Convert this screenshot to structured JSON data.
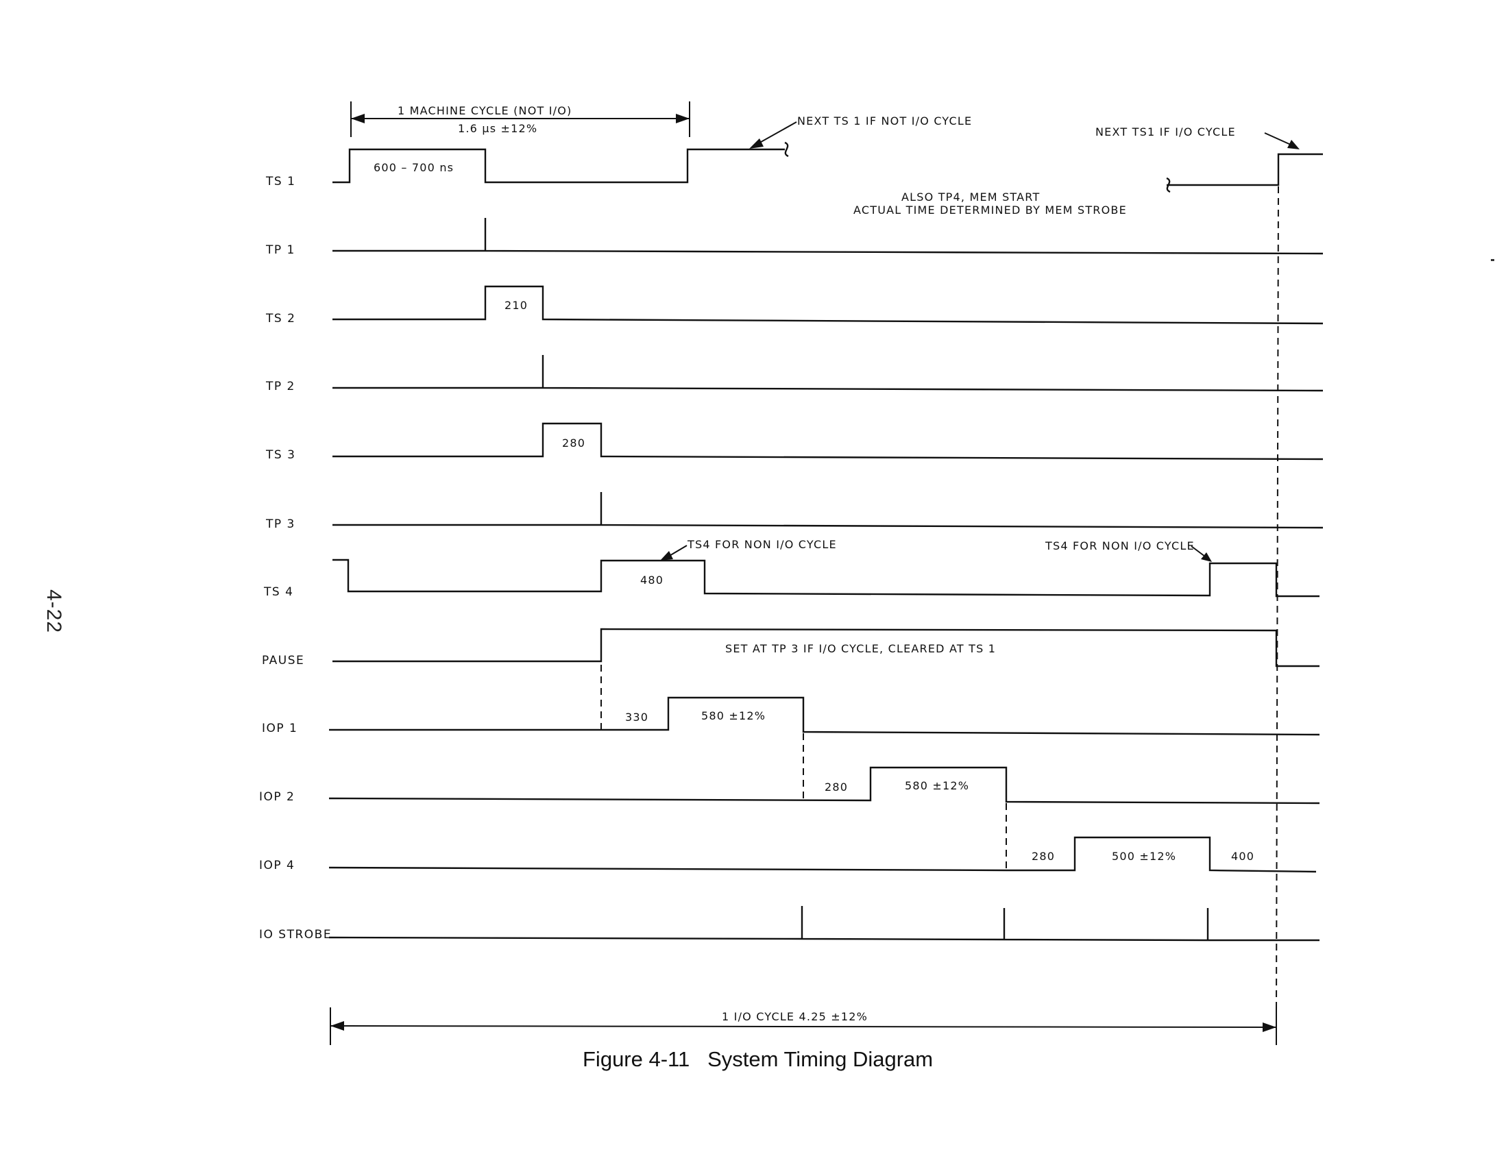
{
  "page_number": "4-22",
  "caption": "Figure 4-11   System Timing Diagram",
  "signals": [
    {
      "label": "TS 1"
    },
    {
      "label": "TP 1"
    },
    {
      "label": "TS 2"
    },
    {
      "label": "TP 2"
    },
    {
      "label": "TS 3"
    },
    {
      "label": "TP 3"
    },
    {
      "label": "TS 4"
    },
    {
      "label": "PAUSE"
    },
    {
      "label": "IOP 1"
    },
    {
      "label": "IOP 2"
    },
    {
      "label": "IOP 4"
    },
    {
      "label": "IO STROBE"
    }
  ],
  "annotations": {
    "machine_cycle": "1 MACHINE  CYCLE    (NOT  I/O)",
    "machine_cycle_time": "1.6  μs  ±12%",
    "ts1_width": "600 – 700 ns",
    "next_ts1_not_io": "NEXT   TS 1  IF  NOT  I/O  CYCLE",
    "next_ts1_io": "NEXT  TS1  IF  I/O  CYCLE",
    "also_tp4": "ALSO  TP4, MEM  START",
    "actual_time": "ACTUAL  TIME  DETERMINED  BY  MEM  STROBE",
    "ts2_width": "210",
    "ts3_width": "280",
    "ts4_note_1": "TS4 FOR NON I/O CYCLE",
    "ts4_note_2": "TS4 FOR NON I/O CYCLE",
    "ts4_width": "480",
    "pause_note": "SET  AT  TP 3  IF  I/O CYCLE,  CLEARED  AT  TS 1",
    "iop1_delay": "330",
    "iop1_width": "580 ±12%",
    "iop2_delay": "280",
    "iop2_width": "580 ±12%",
    "iop4_delay": "280",
    "iop4_width": "500 ±12%",
    "iop4_after": "400",
    "io_cycle": "1  I/O  CYCLE     4.25 ±12%"
  }
}
